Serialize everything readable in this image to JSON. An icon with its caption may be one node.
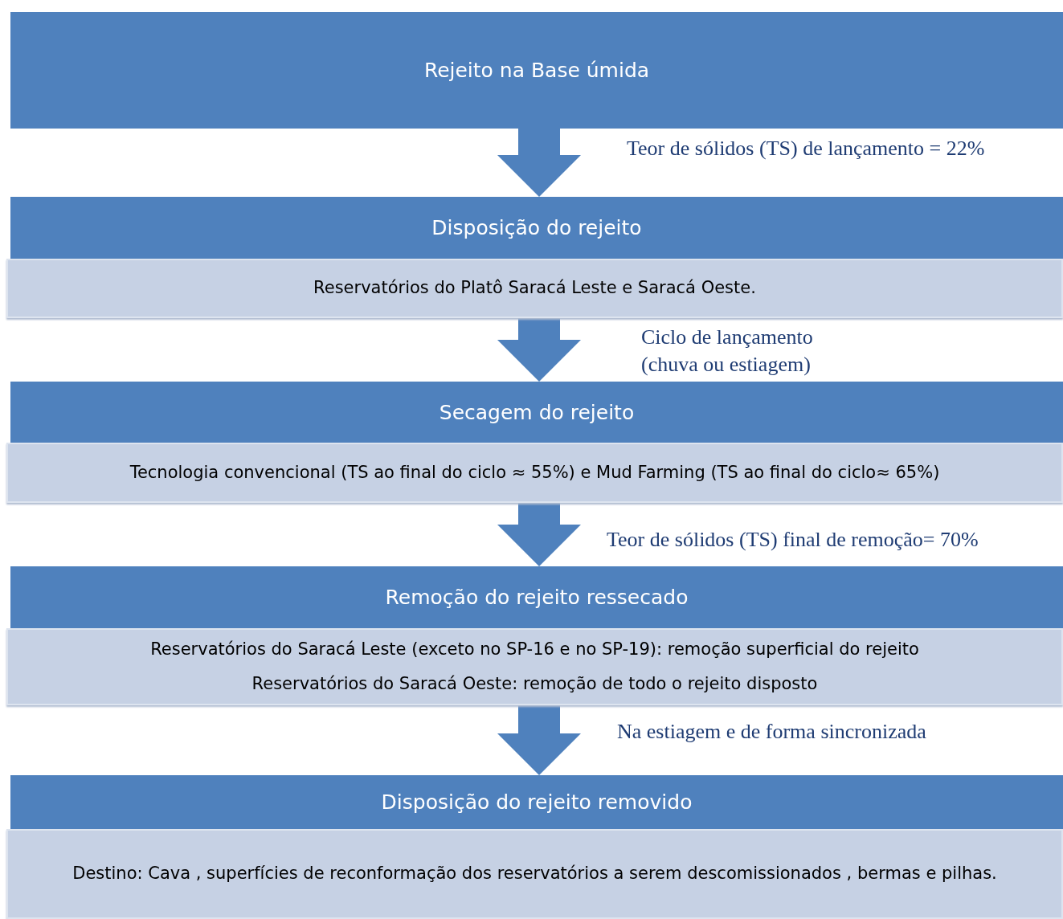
{
  "diagram": {
    "nodes": [
      {
        "text": [
          "Rejeito na Base úmida"
        ]
      },
      {
        "text": [
          "Disposição do rejeito"
        ]
      },
      {
        "text": [
          "Reservatórios do Platô Saracá Leste e Saracá Oeste."
        ]
      },
      {
        "text": [
          "Secagem do rejeito"
        ]
      },
      {
        "text": [
          "Tecnologia convencional (TS ao final do ciclo ≈ 55%)  e Mud Farming (TS ao final do ciclo≈ 65%)"
        ]
      },
      {
        "text": [
          "Remoção do rejeito ressecado"
        ]
      },
      {
        "text": [
          "Reservatórios do Saracá Leste (exceto no SP-16 e no SP-19): remoção superficial do rejeito",
          "Reservatórios do Saracá Oeste: remoção de todo o rejeito disposto"
        ]
      },
      {
        "text": [
          "Disposição do rejeito removido"
        ]
      },
      {
        "text": [
          "Destino: Cava , superfícies de reconformação dos reservatórios a serem descomissionados , bermas  e pilhas."
        ]
      }
    ],
    "edges": [
      {
        "from": 0,
        "to": 1,
        "arrow": "to",
        "label": "Teor de sólidos (TS) de lançamento = 22%"
      },
      {
        "from": 2,
        "to": 3,
        "arrow": "to",
        "label": "Ciclo de lançamento (chuva ou estiagem)"
      },
      {
        "from": 4,
        "to": 5,
        "arrow": "to",
        "label": "Teor de sólidos (TS) final de remoção= 70%"
      },
      {
        "from": 6,
        "to": 7,
        "arrow": "to",
        "label": "Na estiagem e de forma sincronizada"
      }
    ]
  }
}
